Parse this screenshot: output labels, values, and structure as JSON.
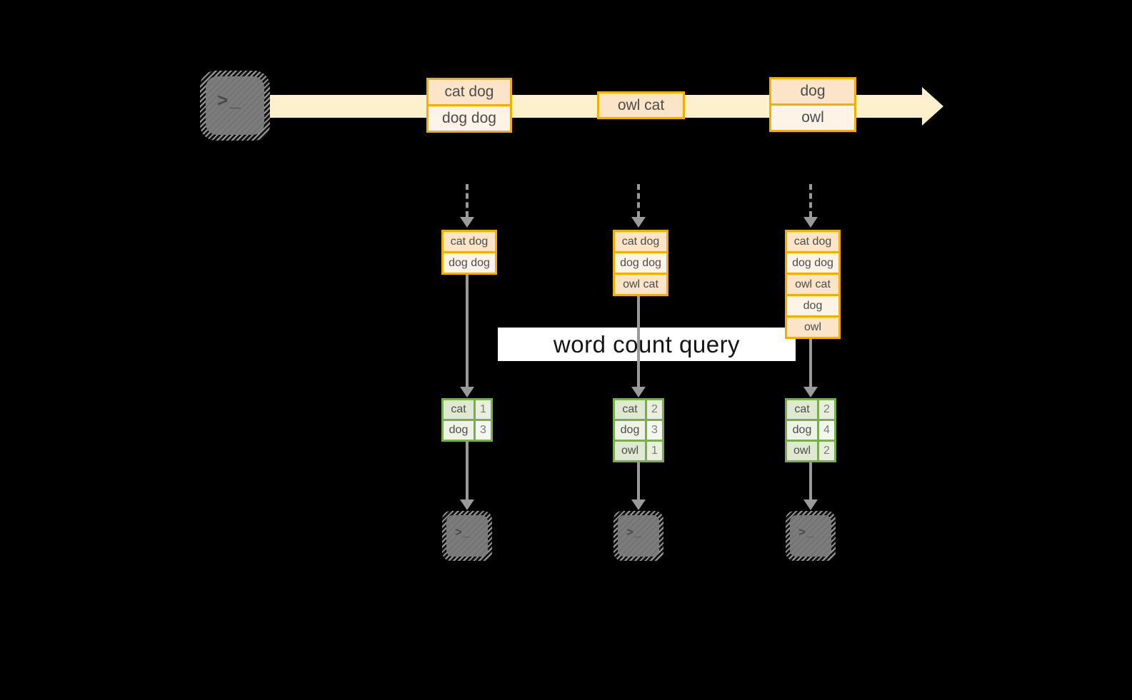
{
  "colors": {
    "gold": "#f0b000",
    "peach-d": "#fbe4c8",
    "peach-l": "#fdf3e6",
    "cream": "#fdf0cc",
    "green": "#7aad51",
    "sage-d": "#dfe8d1",
    "sage-l": "#eef3e5",
    "sage-num-d": "#e9efde",
    "sage-num-l": "#f4f7ee",
    "arrow": "#9a9a9a",
    "ink": "#4c4c4c",
    "num": "#7a7a7a",
    "icon-body": "#7c7c7c",
    "query-bg": "#ffffff",
    "query-ink": "#141414",
    "bg": "#000000"
  },
  "icons": {
    "source_glyph": ">_",
    "sink_glyph": ">_"
  },
  "stream": {
    "boxes": [
      {
        "cells": [
          "cat dog",
          "dog dog"
        ]
      },
      {
        "cells": [
          "owl cat"
        ]
      },
      {
        "cells": [
          "dog",
          "owl"
        ]
      }
    ]
  },
  "query": {
    "label": "word count query"
  },
  "stacks": [
    {
      "cells": [
        "cat dog",
        "dog dog"
      ]
    },
    {
      "cells": [
        "cat dog",
        "dog dog",
        "owl cat"
      ]
    },
    {
      "cells": [
        "cat dog",
        "dog dog",
        "owl cat",
        "dog",
        "owl"
      ]
    }
  ],
  "tables": [
    {
      "rows": [
        {
          "word": "cat",
          "count": "1"
        },
        {
          "word": "dog",
          "count": "3"
        }
      ]
    },
    {
      "rows": [
        {
          "word": "cat",
          "count": "2"
        },
        {
          "word": "dog",
          "count": "3"
        },
        {
          "word": "owl",
          "count": "1"
        }
      ]
    },
    {
      "rows": [
        {
          "word": "cat",
          "count": "2"
        },
        {
          "word": "dog",
          "count": "4"
        },
        {
          "word": "owl",
          "count": "2"
        }
      ]
    }
  ]
}
